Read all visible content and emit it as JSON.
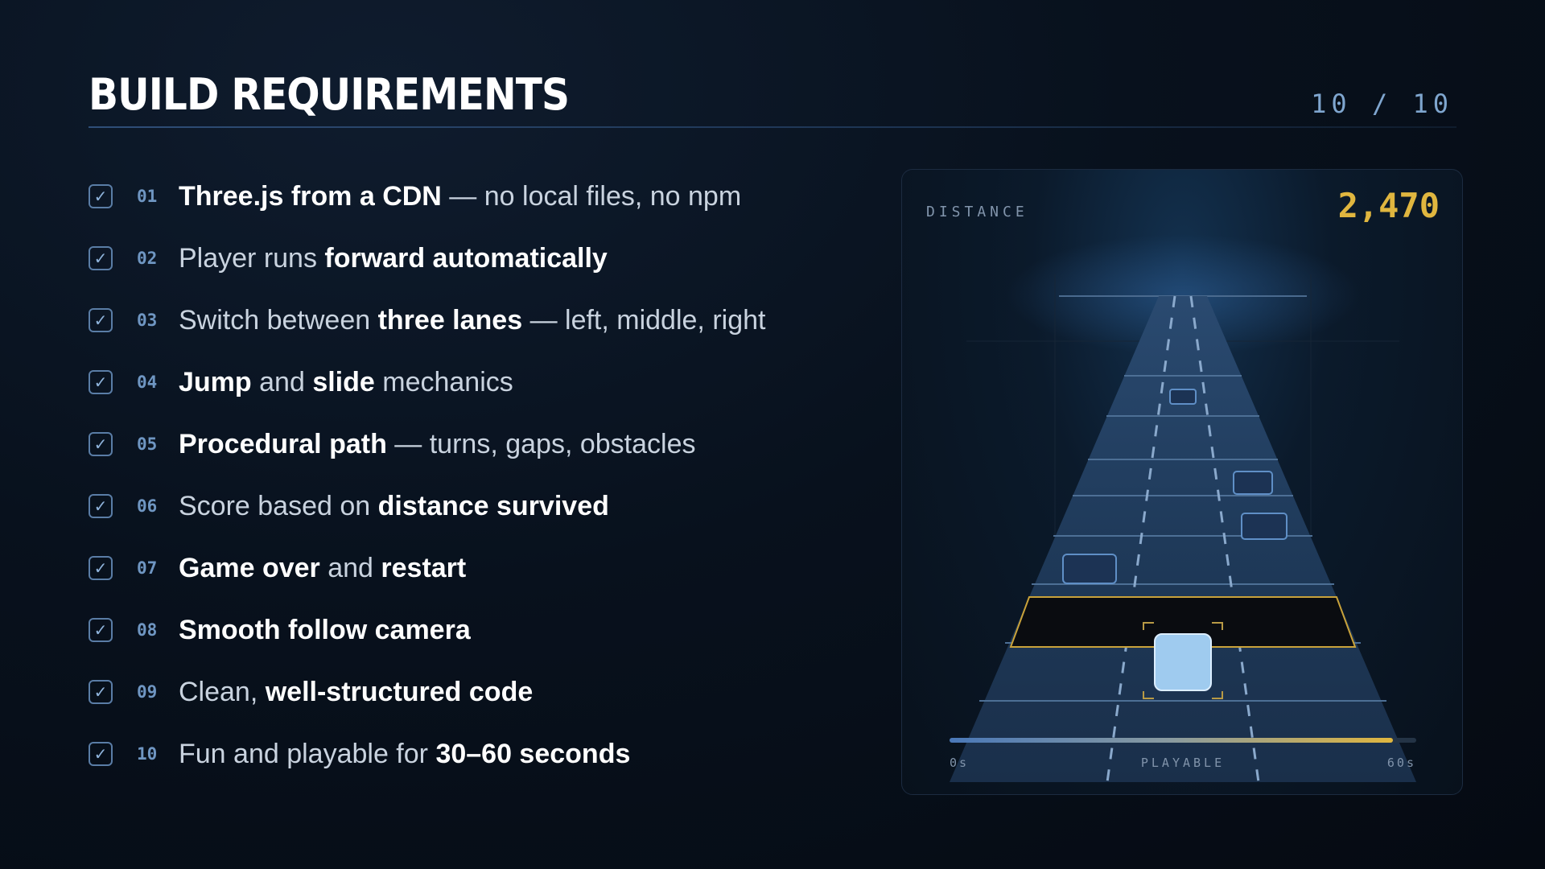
{
  "slide": {
    "title": "BUILD REQUIREMENTS",
    "pager": "10 / 10"
  },
  "requirements": [
    {
      "num": "01",
      "parts": [
        {
          "t": "Three.js from a CDN",
          "b": true
        },
        {
          "t": " — no local files, no npm",
          "b": false
        }
      ]
    },
    {
      "num": "02",
      "parts": [
        {
          "t": "Player runs ",
          "b": false
        },
        {
          "t": "forward automatically",
          "b": true
        }
      ]
    },
    {
      "num": "03",
      "parts": [
        {
          "t": "Switch between ",
          "b": false
        },
        {
          "t": "three lanes",
          "b": true
        },
        {
          "t": " — left, middle, right",
          "b": false
        }
      ]
    },
    {
      "num": "04",
      "parts": [
        {
          "t": "Jump",
          "b": true
        },
        {
          "t": " and ",
          "b": false
        },
        {
          "t": "slide",
          "b": true
        },
        {
          "t": " mechanics",
          "b": false
        }
      ]
    },
    {
      "num": "05",
      "parts": [
        {
          "t": "Procedural path",
          "b": true
        },
        {
          "t": " — turns, gaps, obstacles",
          "b": false
        }
      ]
    },
    {
      "num": "06",
      "parts": [
        {
          "t": "Score based on ",
          "b": false
        },
        {
          "t": "distance survived",
          "b": true
        }
      ]
    },
    {
      "num": "07",
      "parts": [
        {
          "t": "Game over",
          "b": true
        },
        {
          "t": " and ",
          "b": false
        },
        {
          "t": "restart",
          "b": true
        }
      ]
    },
    {
      "num": "08",
      "parts": [
        {
          "t": "Smooth follow camera",
          "b": true
        }
      ]
    },
    {
      "num": "09",
      "parts": [
        {
          "t": "Clean, ",
          "b": false
        },
        {
          "t": "well-structured code",
          "b": true
        }
      ]
    },
    {
      "num": "10",
      "parts": [
        {
          "t": "Fun and playable for ",
          "b": false
        },
        {
          "t": "30–60 seconds",
          "b": true
        }
      ]
    }
  ],
  "game": {
    "distance_label": "DISTANCE",
    "distance_value": "2,470",
    "timeline": {
      "start_label": "0s",
      "mid_label": "PLAYABLE",
      "end_label": "60s",
      "fill_fraction": 0.95
    },
    "colors": {
      "accent": "#e0b63f",
      "player": "#9fcbef",
      "obstacle": "#3f6a9a",
      "track": "#1e3550"
    },
    "icons": {
      "check": "check-icon",
      "player": "player-cube-icon",
      "obstacle": "obstacle-block-icon"
    }
  }
}
